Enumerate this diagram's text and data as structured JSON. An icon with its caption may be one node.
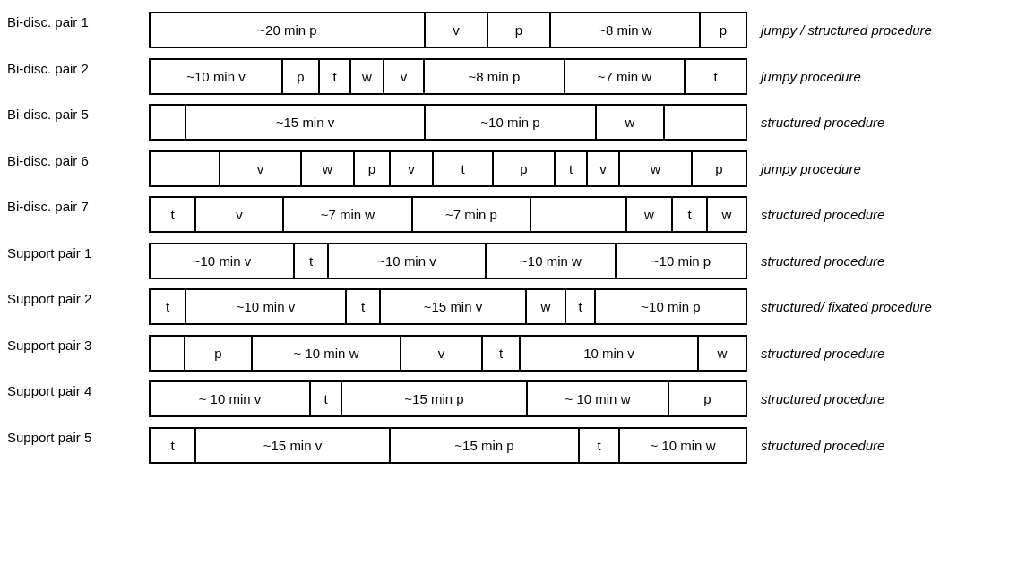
{
  "diagram": {
    "nodes": [
      {
        "text": [
          "~20 min p"
        ]
      },
      {
        "text": [
          "v"
        ]
      },
      {
        "text": [
          "p"
        ]
      },
      {
        "text": [
          "~8 min w"
        ]
      },
      {
        "text": [
          "p"
        ]
      },
      {
        "text": [
          "~10 min v"
        ]
      },
      {
        "text": [
          "p"
        ]
      },
      {
        "text": [
          "t"
        ]
      },
      {
        "text": [
          "w"
        ]
      },
      {
        "text": [
          "v"
        ]
      },
      {
        "text": [
          "~8 min p"
        ]
      },
      {
        "text": [
          "~7 min w"
        ]
      },
      {
        "text": [
          "t"
        ]
      },
      {
        "text": [],
        "shape": "box"
      },
      {
        "text": [
          "~15 min v"
        ]
      },
      {
        "text": [
          "~10 min p"
        ]
      },
      {
        "text": [
          "w"
        ]
      },
      {
        "text": [],
        "shape": "box"
      },
      {
        "text": [],
        "shape": "box"
      },
      {
        "text": [
          "v"
        ]
      },
      {
        "text": [
          "w"
        ]
      },
      {
        "text": [
          "p"
        ]
      },
      {
        "text": [
          "v"
        ]
      },
      {
        "text": [
          "t"
        ]
      },
      {
        "text": [
          "p"
        ]
      },
      {
        "text": [
          "t"
        ]
      },
      {
        "text": [
          "v"
        ]
      },
      {
        "text": [
          "w"
        ]
      },
      {
        "text": [
          "p"
        ]
      },
      {
        "text": [
          "t"
        ]
      },
      {
        "text": [
          "v"
        ]
      },
      {
        "text": [
          "~7 min w"
        ]
      },
      {
        "text": [
          "~7 min p"
        ]
      },
      {
        "text": [],
        "shape": "box"
      },
      {
        "text": [
          "w"
        ]
      },
      {
        "text": [
          "t"
        ]
      },
      {
        "text": [
          "w"
        ]
      },
      {
        "text": [
          "~10 min v"
        ]
      },
      {
        "text": [
          "t"
        ]
      },
      {
        "text": [
          "~10 min v"
        ]
      },
      {
        "text": [
          "~10 min w"
        ]
      },
      {
        "text": [
          "~10 min p"
        ]
      },
      {
        "text": [
          "t"
        ]
      },
      {
        "text": [
          "~10 min v"
        ]
      },
      {
        "text": [
          "t"
        ]
      },
      {
        "text": [
          "~15 min v"
        ]
      },
      {
        "text": [
          "w"
        ]
      },
      {
        "text": [
          "t"
        ]
      },
      {
        "text": [
          "~10 min p"
        ]
      },
      {
        "text": [],
        "shape": "box"
      },
      {
        "text": [
          "p"
        ]
      },
      {
        "text": [
          "~ 10 min w"
        ]
      },
      {
        "text": [
          "v"
        ]
      },
      {
        "text": [
          "t"
        ]
      },
      {
        "text": [
          "10 min v"
        ]
      },
      {
        "text": [
          "w"
        ]
      },
      {
        "text": [
          "~ 10 min v"
        ]
      },
      {
        "text": [
          "t"
        ]
      },
      {
        "text": [
          "~15 min p"
        ]
      },
      {
        "text": [
          "~ 10 min w"
        ]
      },
      {
        "text": [
          "p"
        ]
      },
      {
        "text": [
          "t"
        ]
      },
      {
        "text": [
          "~15 min v"
        ]
      },
      {
        "text": [
          "~15 min p"
        ]
      },
      {
        "text": [
          "t"
        ]
      },
      {
        "text": [
          "~ 10 min w"
        ]
      }
    ],
    "labels": [
      "Bi-disc. pair 1",
      "jumpy / structured procedure",
      "Bi-disc. pair 2",
      "jumpy procedure",
      "Bi-disc. pair 5",
      "structured procedure",
      "Bi-disc. pair 6",
      "jumpy procedure",
      "Bi-disc. pair 7",
      "structured procedure",
      "Support pair 1",
      "structured procedure",
      "Support pair 2",
      "structured/ fixated procedure",
      "Support pair 3",
      "structured procedure",
      "Support pair 4",
      "structured procedure",
      "Support pair 5",
      "structured procedure"
    ]
  }
}
